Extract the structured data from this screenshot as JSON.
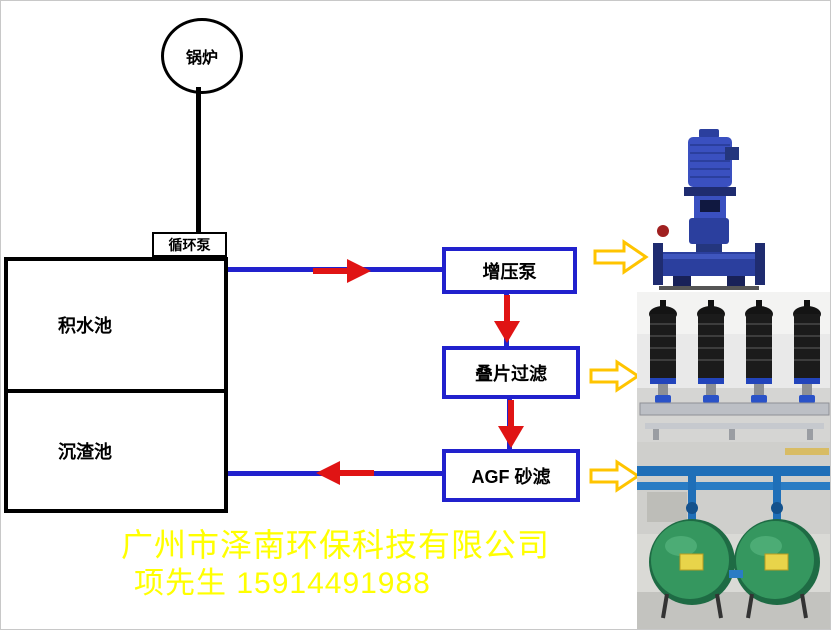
{
  "nodes": {
    "boiler": "锅炉",
    "circulation_pump": "循环泵",
    "collection_pool": "积水池",
    "sediment_pool": "沉渣池",
    "booster_pump": "增压泵",
    "disc_filter": "叠片过滤",
    "agf_sand_filter": "AGF 砂滤"
  },
  "footer": {
    "company": "广州市泽南环保科技有限公司",
    "contact": "项先生  15914491988"
  },
  "colors": {
    "flow_line_blue": "#2121cd",
    "arrow_red": "#e01414",
    "outline_arrow_yellow": "#ffc400",
    "footer_text_yellow": "#ffff00",
    "node_border_black": "#000000"
  }
}
